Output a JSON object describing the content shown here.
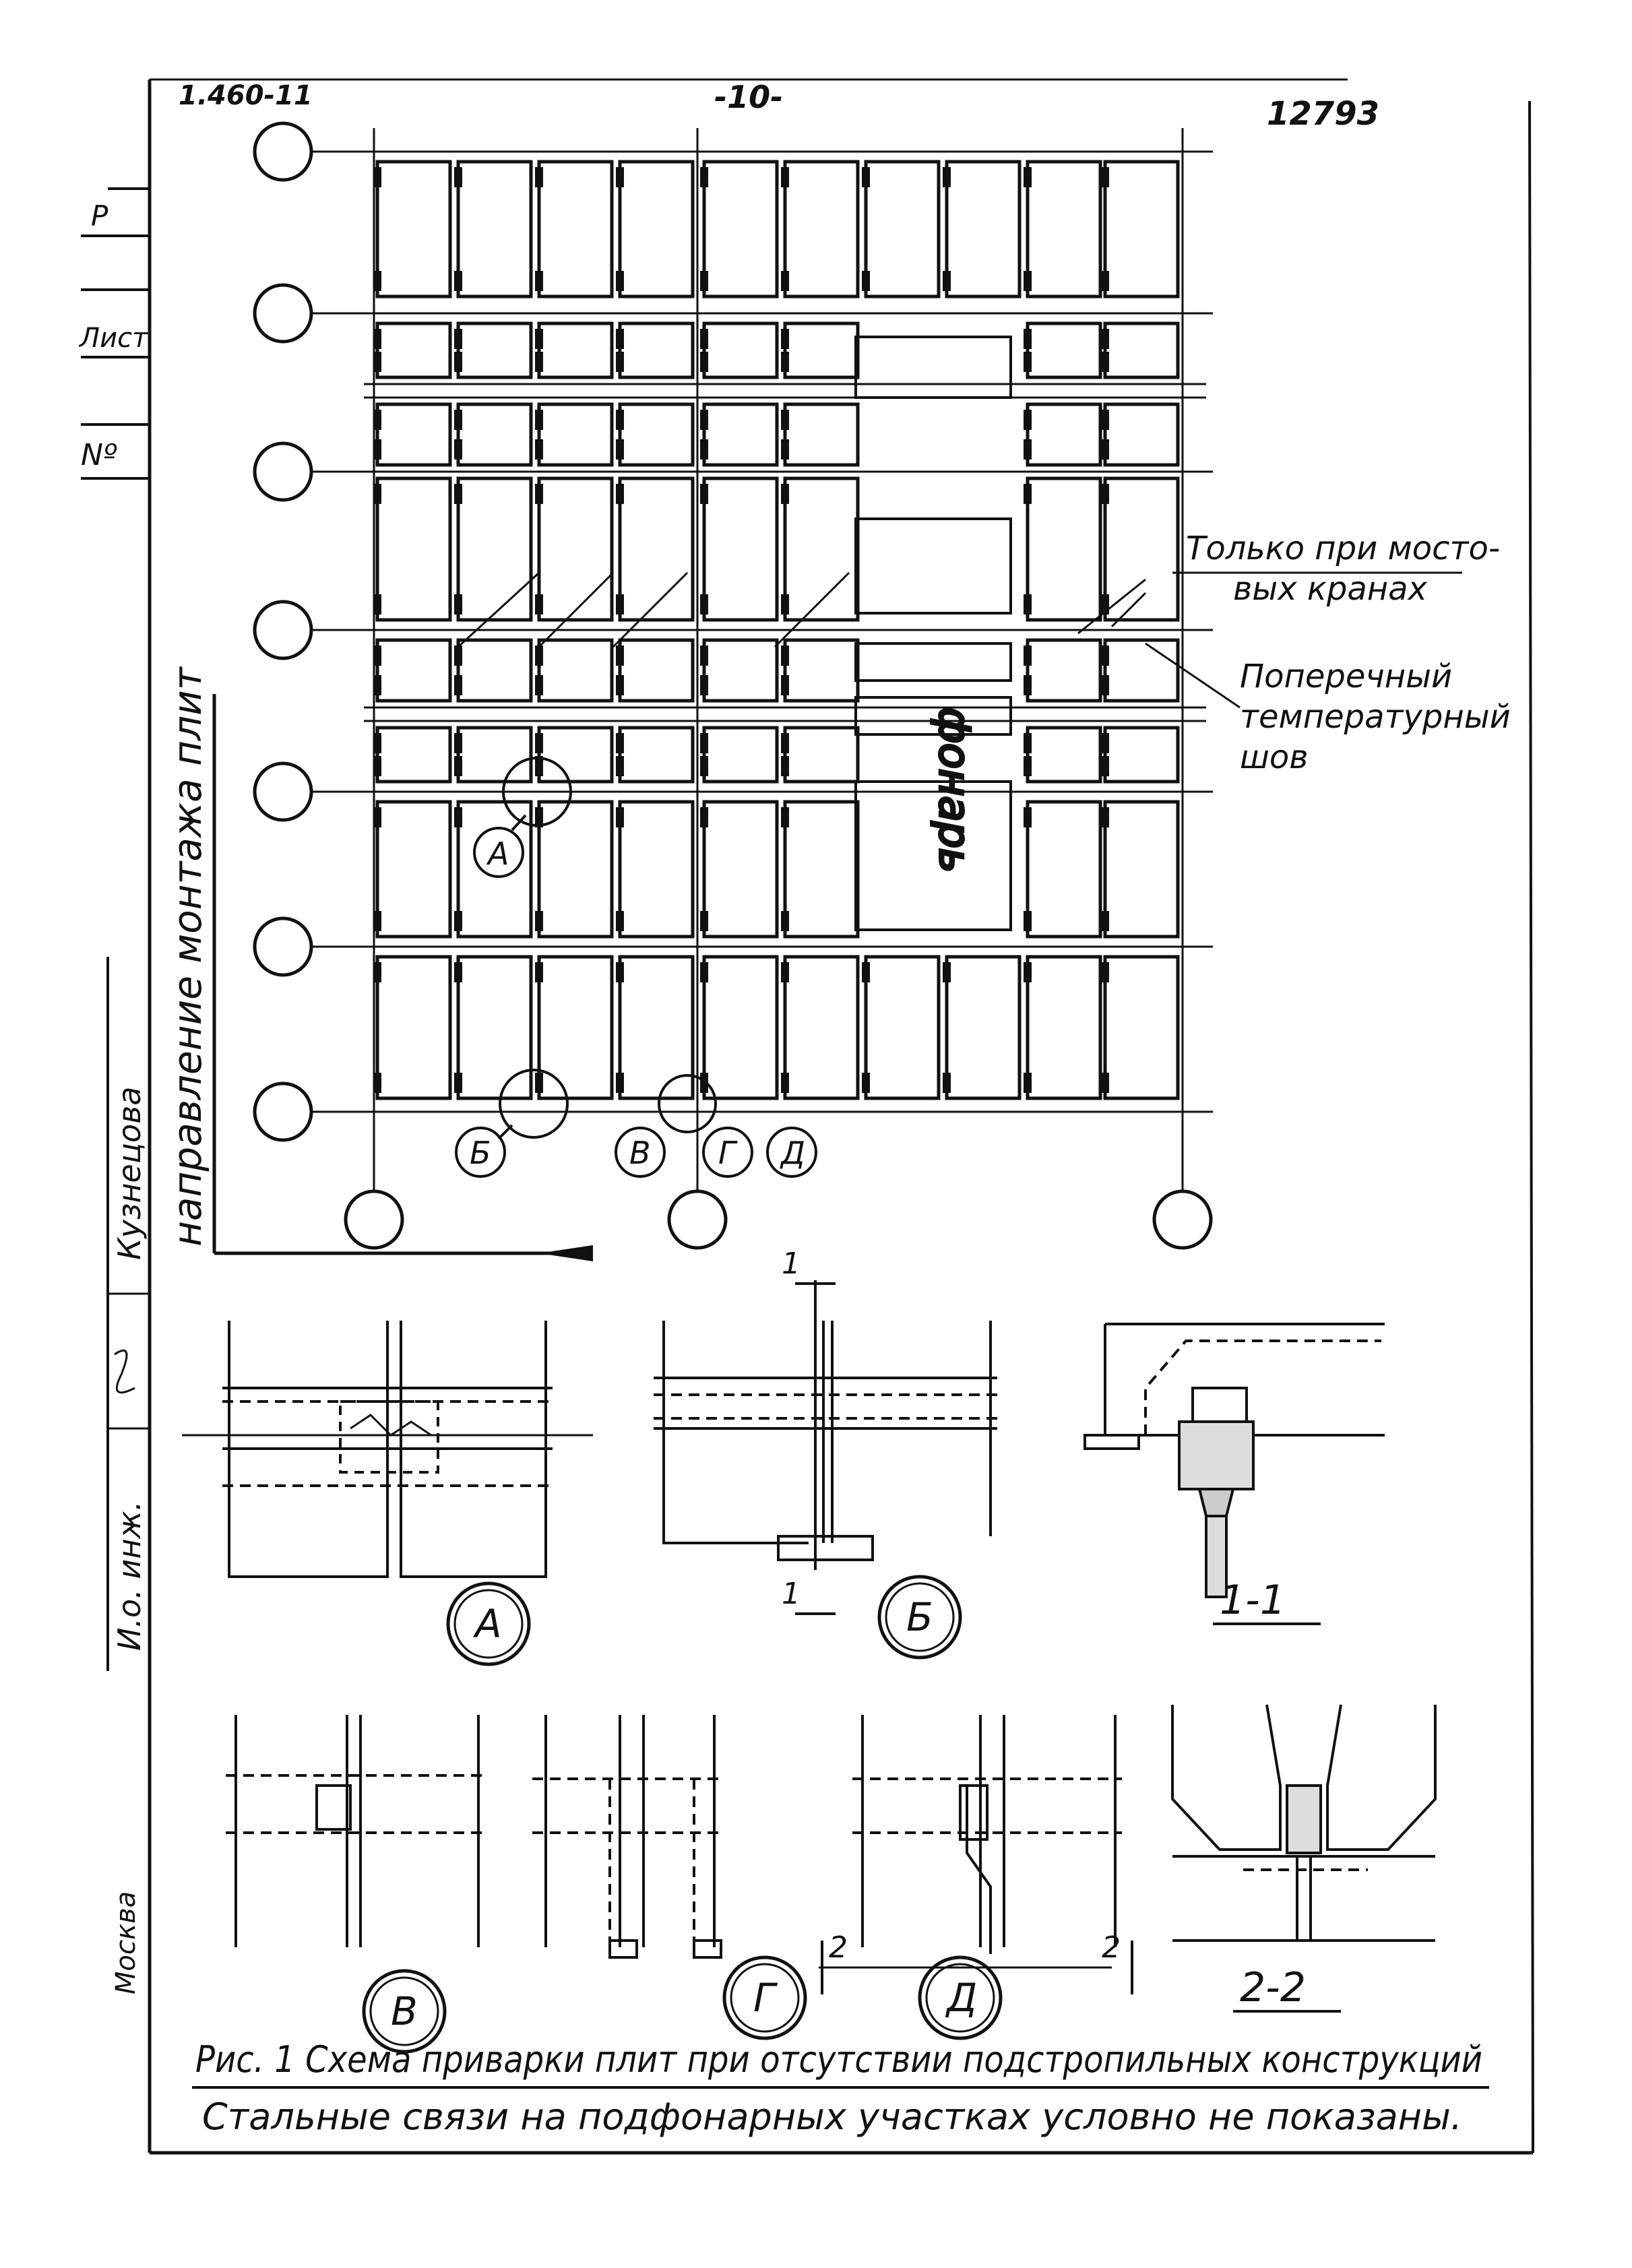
{
  "header": {
    "series_code": "1.460-11",
    "page_number": "-10-",
    "archive_number": "12793"
  },
  "left_strip": {
    "fragment_top": "Р",
    "fragment_list": "Лист",
    "fragment_no": "Nº",
    "surname": "Кузнецова",
    "position": "И.о. инж.",
    "city": "Москва"
  },
  "plan": {
    "direction_label": "направление монтажа плит",
    "skylight_label": "фонарь",
    "note_crane_line1": "Только при мосто-",
    "note_crane_line2": "вых кранах",
    "note_joint_line1": "Поперечный",
    "note_joint_line2": "температурный",
    "note_joint_line3": "шов",
    "marker_a": "А",
    "marker_b": "Б",
    "marker_v": "В",
    "marker_g": "Г",
    "marker_d": "Д"
  },
  "details": {
    "detail_a": "А",
    "detail_b": "Б",
    "section_1_1": "1-1",
    "cut_mark_1": "1",
    "detail_v": "В",
    "detail_g": "Г",
    "detail_d": "Д",
    "section_2_2": "2-2",
    "cut_mark_2": "2"
  },
  "caption": {
    "figure_title": "Рис. 1  Схема  приварки плит при отсутствии подстропильных конструкций",
    "note": "Стальные связи на подфонарных участках условно не показаны."
  }
}
